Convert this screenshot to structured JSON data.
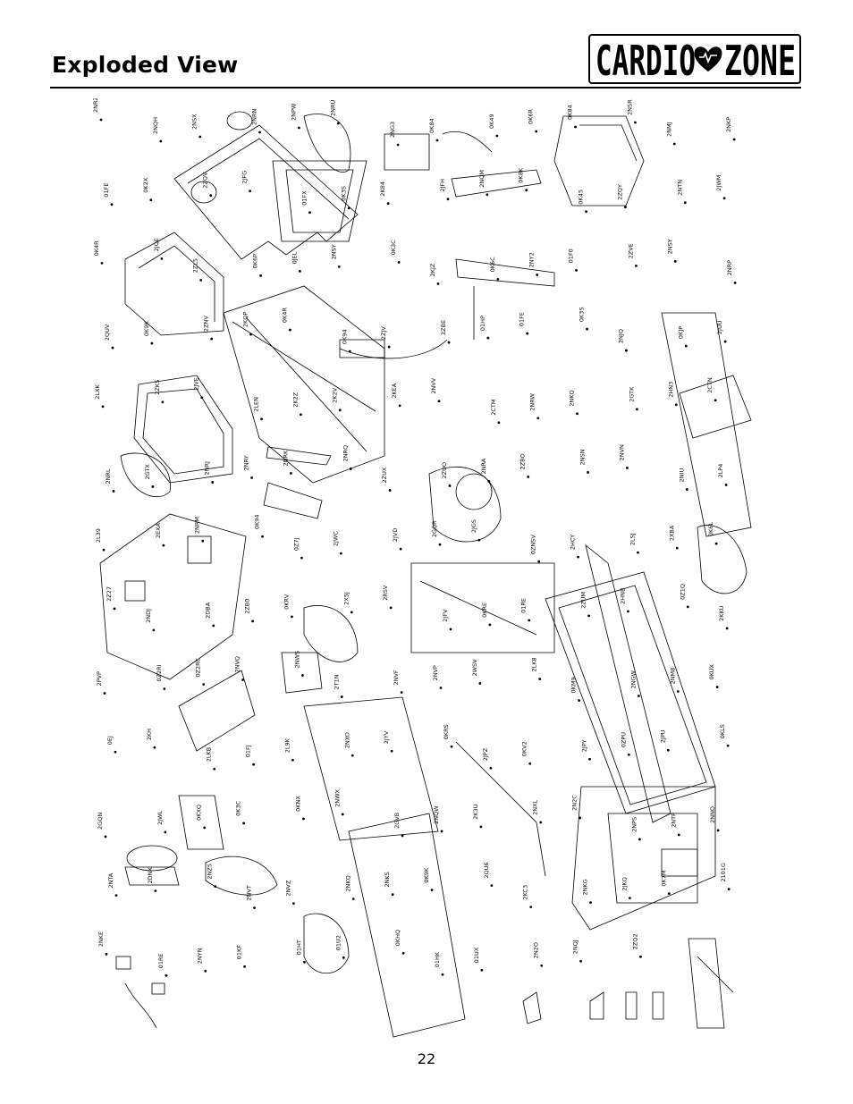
{
  "page": {
    "title": "Exploded View",
    "page_number": "22"
  },
  "brand": {
    "logo_left": "CARDIO",
    "logo_right": "ZONE",
    "logo_icon": "heart-icon",
    "color": "#000000"
  },
  "diagram": {
    "part_labels": [
      "2NRZ",
      "2NQH",
      "2NSX",
      "2NRN",
      "2NPW",
      "2NRU",
      "2NG3",
      "0K84",
      "0K49",
      "0K6R",
      "0K84",
      "2NSR",
      "2NMJ",
      "2NKP",
      "01FE",
      "0K2X",
      "2ZQV",
      "2JFG",
      "01FX",
      "0K3S",
      "2K84",
      "2JFH",
      "2NQM",
      "0K8K",
      "0K45",
      "2ZQY",
      "2NTN",
      "2JWM",
      "0K4R",
      "2JQE",
      "2ZL5",
      "0K6P",
      "0JEL",
      "2NSY",
      "0K3C",
      "2KJZ",
      "0K6C",
      "2NY2",
      "01F0",
      "2ZVE",
      "2NSY",
      "2NRP",
      "2QUV",
      "0K9K",
      "2ZNV",
      "2KQP",
      "0K4R",
      "0K94",
      "2ZJV",
      "2ZBE",
      "01HP",
      "01FE",
      "0K3S",
      "2NJQ",
      "0KJP",
      "2JUU",
      "2LXK",
      "2ZK5",
      "2JVE",
      "2LEN",
      "2K2Z",
      "2K2V",
      "2KEA",
      "2NVV",
      "2CTM",
      "2NRW",
      "2NKQ",
      "2GTK",
      "2HN3",
      "2CTN",
      "2NRL",
      "2GTX",
      "2NRJ",
      "2NRY",
      "2NRK",
      "2NRQ",
      "2ZUX",
      "2ZUO",
      "2NRA",
      "2ZBO",
      "2NSN",
      "2NVN",
      "2NIU",
      "2LP4",
      "2L39",
      "2EXA",
      "2NRM",
      "0K94",
      "0Z7J",
      "2JWC",
      "2JVD",
      "2GQR",
      "2JGS",
      "0ZNSV",
      "2HCY",
      "2LSJ",
      "2XBA",
      "0K6L",
      "2Z27",
      "2NDJ",
      "2DBA",
      "2ZB0",
      "0KRV",
      "2X5J",
      "2RSV",
      "2JFV",
      "0KRE",
      "01RE",
      "2ZUM",
      "2HNB",
      "0Z1Q",
      "2KKU",
      "2PVP",
      "0Z2RI",
      "0Z2RC",
      "2NVQ",
      "2NWS",
      "2T1N",
      "2NVF",
      "2NVP",
      "2WSV",
      "2LK8",
      "0KM9",
      "2NGW",
      "2NM8",
      "0KUX",
      "0EJ",
      "2KH",
      "2LKB",
      "01FJ",
      "2L9K",
      "2NXO",
      "2JYV",
      "0KRS",
      "2JPZ",
      "0KV2",
      "2JPY",
      "0ZPU",
      "2JPU",
      "0KLS",
      "2GQN",
      "2JWL",
      "0KXQ",
      "0K3C",
      "0KNX",
      "2NWX",
      "2GVB",
      "2NQW",
      "2K3U",
      "2NXL",
      "2N2C",
      "2NPS",
      "2NTP",
      "2NNO",
      "2NTA",
      "2DNX",
      "2NZ5",
      "2NVT",
      "2NVZ",
      "2NKQ",
      "2NKS",
      "0K9K",
      "2QU6",
      "2KC3",
      "2NKG",
      "2JKQ",
      "0K7M",
      "2101G",
      "2NKE",
      "01RE",
      "2NYN",
      "01KF",
      "01HT",
      "01U2",
      "0KHQ",
      "01HK",
      "01UX",
      "2N2O",
      "2NQJ",
      "2ZQ2"
    ]
  }
}
